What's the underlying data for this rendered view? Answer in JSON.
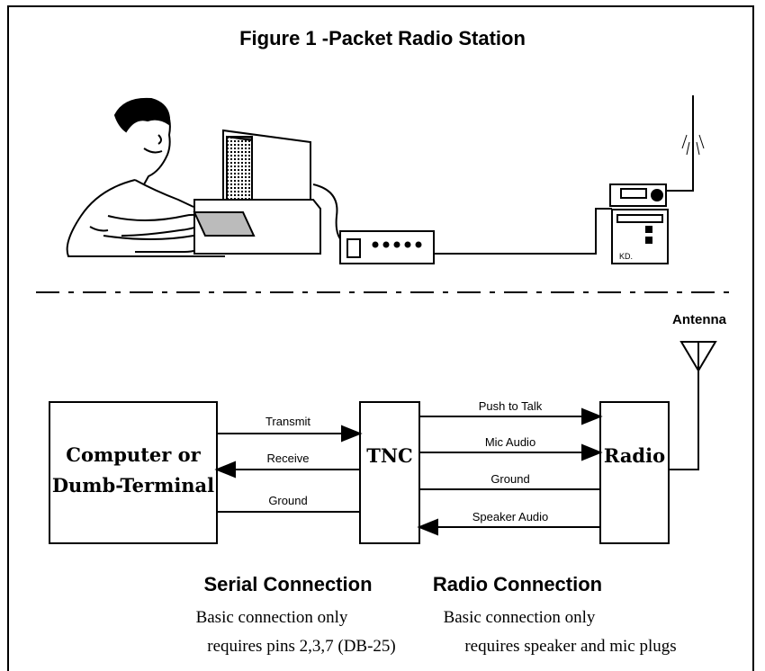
{
  "figure": {
    "title": "Figure 1 -Packet Radio Station"
  },
  "boxes": {
    "computer_line1": "Computer or",
    "computer_line2": "Dumb-Terminal",
    "tnc": "TNC",
    "radio": "Radio",
    "antenna": "Antenna"
  },
  "serial_wires": [
    "Transmit",
    "Receive",
    "Ground"
  ],
  "radio_wires": [
    "Push to Talk",
    "Mic Audio",
    "Ground",
    "Speaker Audio"
  ],
  "radio_front_label": "KD.",
  "serial_section": {
    "title": "Serial Connection",
    "note_line1": "Basic connection only",
    "note_line2": "requires pins 2,3,7 (DB-25)"
  },
  "radio_section": {
    "title": "Radio Connection",
    "note_line1": "Basic connection only",
    "note_line2": "requires speaker and mic plugs"
  }
}
